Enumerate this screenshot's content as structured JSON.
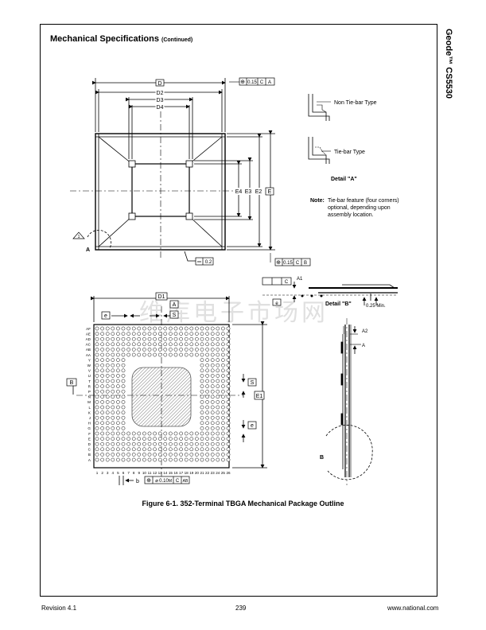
{
  "header": {
    "side_title": "Geode™ CS5530",
    "section_title": "Mechanical Specifications",
    "section_title_suffix": "(Continued)"
  },
  "top_drawing": {
    "dims": [
      "D",
      "D2",
      "D3",
      "D4"
    ],
    "vdims": [
      "E4",
      "E3",
      "E2",
      "E"
    ],
    "tol_top": [
      "0.15",
      "C",
      "A"
    ],
    "tol_bottom": [
      "0.15",
      "C",
      "B"
    ],
    "flatness": "0.2",
    "corner_labels": [
      "A",
      "1"
    ]
  },
  "detail_a": {
    "non_tie_bar": "Non Tie-bar Type",
    "tie_bar": "Tie-bar Type",
    "label": "Detail \"A\"",
    "note_label": "Note:",
    "note_text": [
      "Tie-bar feature (four corners)",
      "optional, depending upon",
      "assembly location."
    ]
  },
  "detail_b": {
    "label": "Detail \"B\"",
    "min": "0.25 Min.",
    "a1": "A1",
    "c": "C",
    "e": "e"
  },
  "bottom_view": {
    "d1": "D1",
    "a": "A",
    "s": "S",
    "e": "e",
    "b": "b",
    "e1": "E1",
    "tol": [
      "0.10",
      "M",
      "C",
      "AB"
    ],
    "row_labels": [
      "AF",
      "AE",
      "AD",
      "AC",
      "AB",
      "AA",
      "Y",
      "W",
      "V",
      "U",
      "T",
      "R",
      "P",
      "N",
      "M",
      "L",
      "K",
      "J",
      "H",
      "G",
      "F",
      "E",
      "D",
      "C",
      "B",
      "A"
    ],
    "col_labels": [
      "1",
      "2",
      "3",
      "4",
      "5",
      "6",
      "7",
      "8",
      "9",
      "10",
      "11",
      "12",
      "13",
      "14",
      "15",
      "16",
      "17",
      "18",
      "19",
      "20",
      "21",
      "22",
      "23",
      "24",
      "25",
      "26"
    ]
  },
  "side_view": {
    "a2": "A2",
    "a": "A",
    "b": "B"
  },
  "figure_caption": "Figure 6-1.  352-Terminal TBGA Mechanical Package Outline",
  "watermark": "维库电子市场网",
  "footer": {
    "revision": "Revision 4.1",
    "page": "239",
    "website": "www.national.com"
  }
}
